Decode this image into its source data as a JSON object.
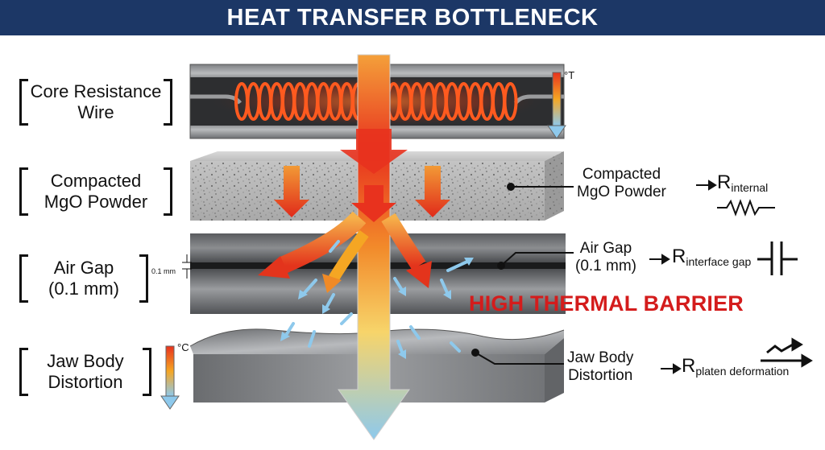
{
  "title": "HEAT TRANSFER BOTTLENECK",
  "layers": [
    {
      "label_line1": "Core Resistance",
      "label_line2": "Wire"
    },
    {
      "label_line1": "Compacted",
      "label_line2": "MgO Powder"
    },
    {
      "label_line1": "Air Gap",
      "label_line2": "(0.1 mm)"
    },
    {
      "label_line1": "Jaw Body",
      "label_line2": "Distortion"
    }
  ],
  "resistances": [
    {
      "label_line1": "Compacted",
      "label_line2": "MgO Powder",
      "symbol": "R",
      "subscript": "internal",
      "icon": "resistor-icon"
    },
    {
      "label_line1": "Air Gap",
      "label_line2": "(0.1 mm)",
      "symbol": "R",
      "subscript": "interface gap",
      "icon": "capacitor-icon"
    },
    {
      "label_line1": "Jaw Body",
      "label_line2": "Distortion",
      "symbol": "R",
      "subscript": "platen deformation",
      "icon": "trend-up-icon"
    }
  ],
  "gap_dimension": "0.1 mm",
  "barrier_text": "HIGH THERMAL BARRIER",
  "temp_scale_top": "°T",
  "temp_scale_bottom": "°C",
  "colors": {
    "title_bg": "#1c3766",
    "barrier": "#d41c1c",
    "hot": "#e8321e",
    "warm": "#f5a623",
    "cool": "#8ec9ec"
  }
}
